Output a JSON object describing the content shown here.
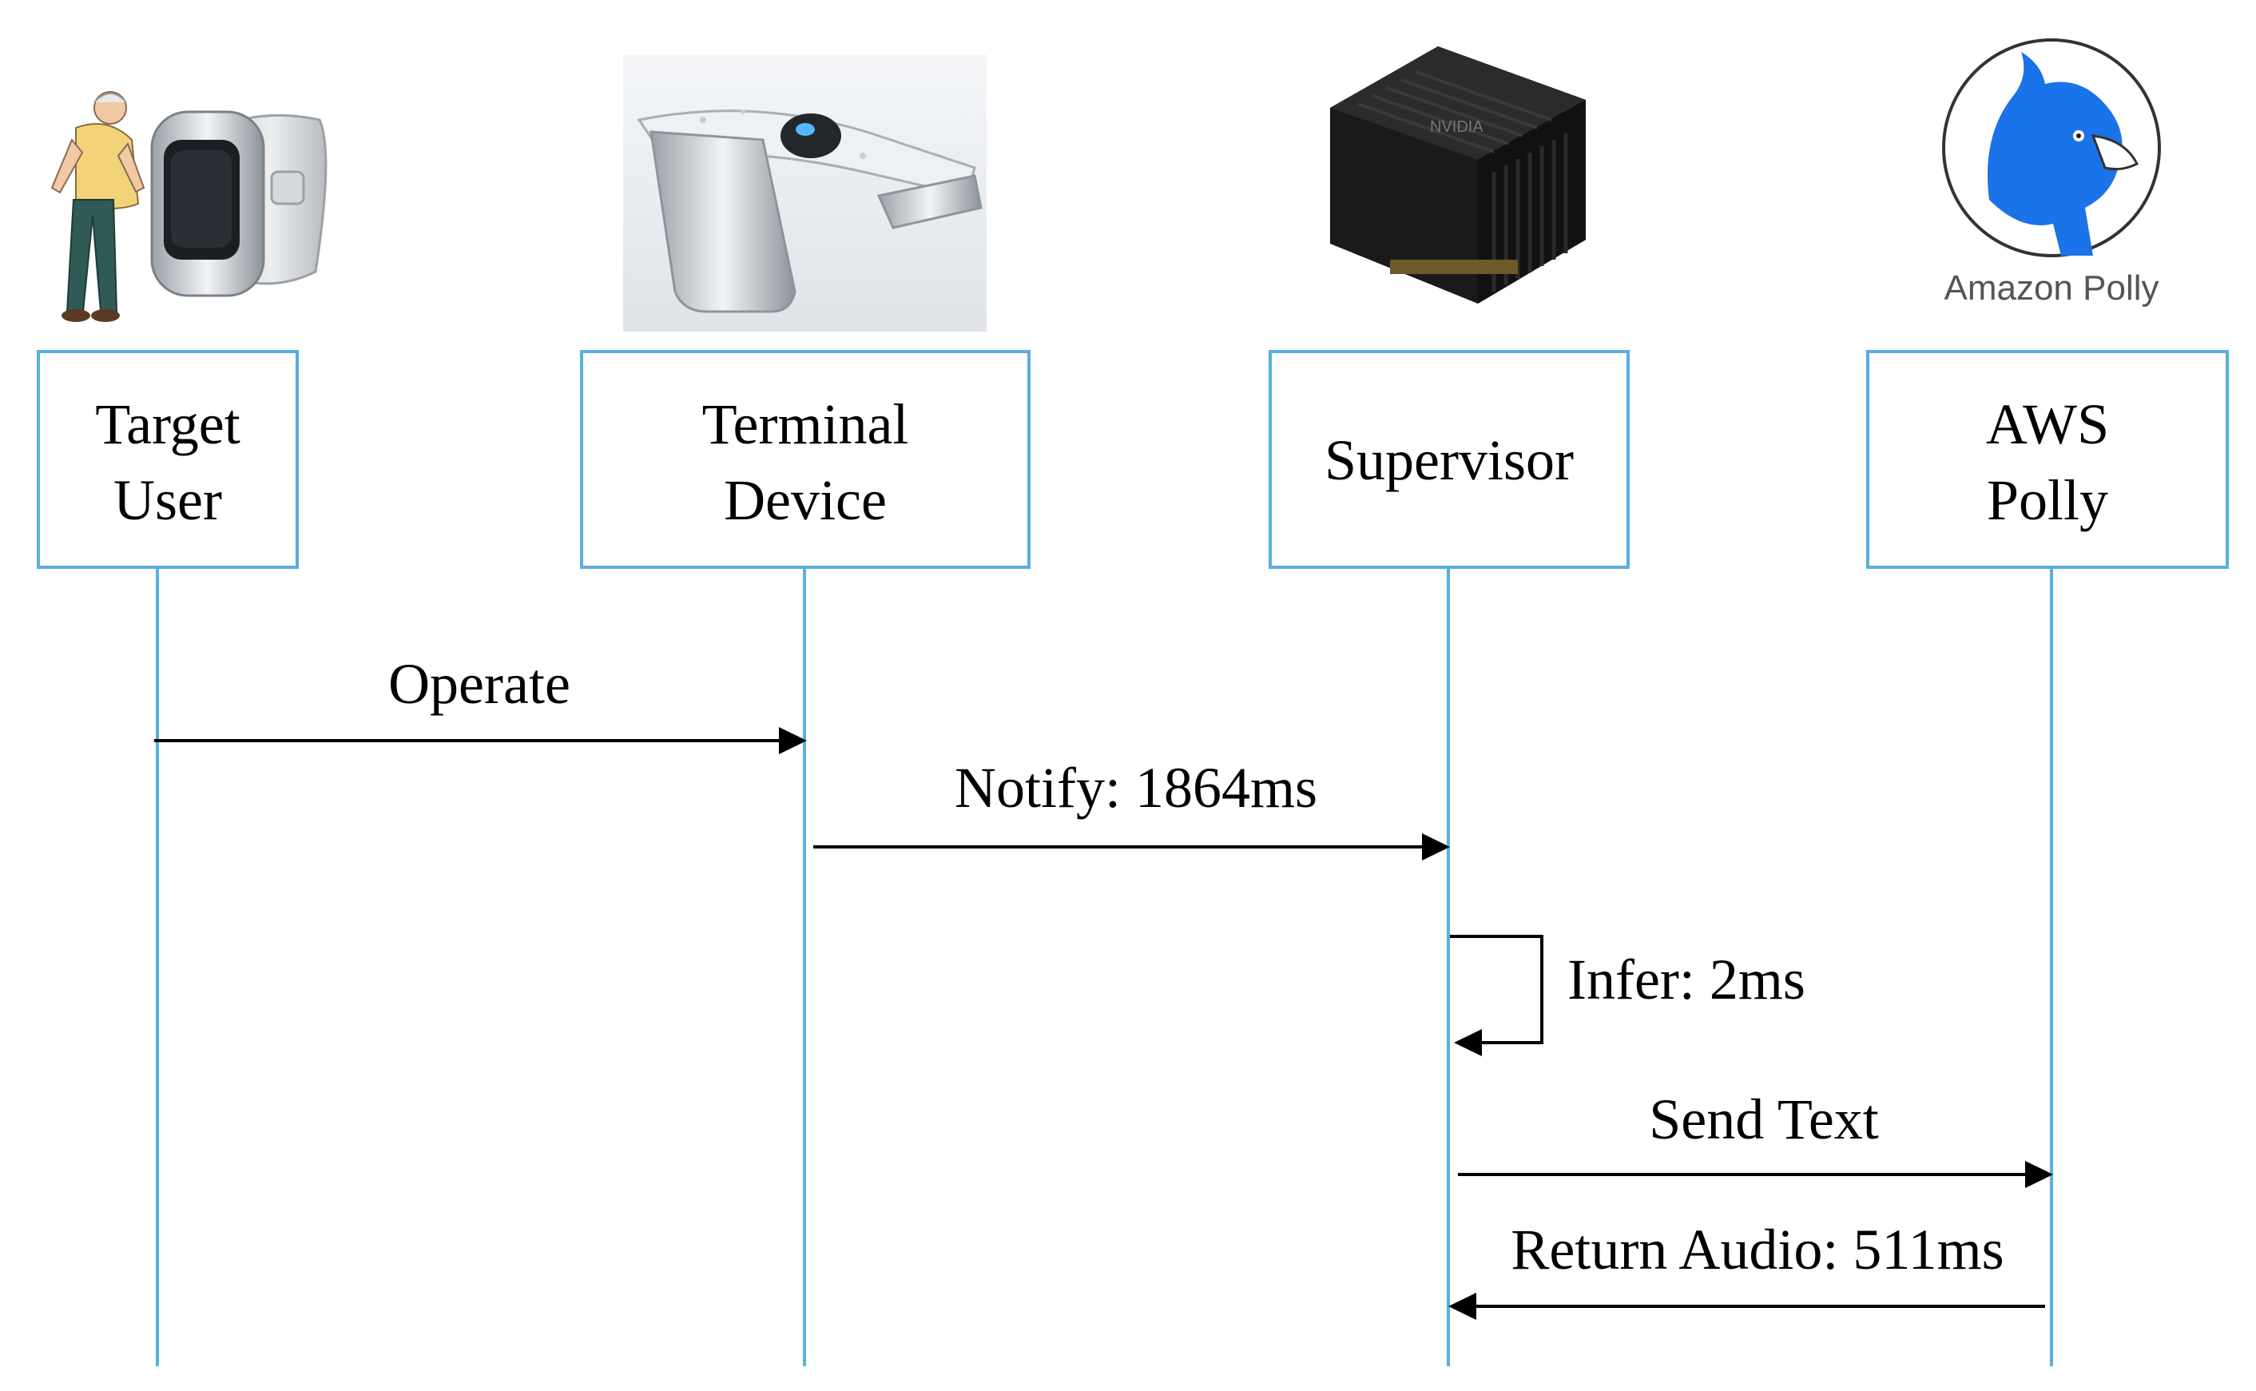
{
  "colors": {
    "lifeline": "#5aaee0",
    "box_border": "#5aaee0",
    "arrow": "#000000",
    "polly_blue": "#1a73e8"
  },
  "participants": [
    {
      "id": "target-user",
      "label_lines": [
        "Target",
        "User"
      ],
      "icon": "elderly-person-with-wristband-icon"
    },
    {
      "id": "terminal-device",
      "label_lines": [
        "Terminal",
        "Device"
      ],
      "icon": "smart-faucet-icon"
    },
    {
      "id": "supervisor",
      "label_lines": [
        "Supervisor"
      ],
      "icon": "nvidia-jetson-module-icon"
    },
    {
      "id": "aws-polly",
      "label_lines": [
        "AWS",
        "Polly"
      ],
      "icon": "amazon-polly-logo-icon"
    }
  ],
  "logo": {
    "amazon_polly_text": "Amazon Polly",
    "nvidia_text": "NVIDIA"
  },
  "messages": [
    {
      "id": "operate",
      "label": "Operate",
      "from": "target-user",
      "to": "terminal-device"
    },
    {
      "id": "notify",
      "label": "Notify:  1864ms",
      "from": "terminal-device",
      "to": "supervisor"
    },
    {
      "id": "infer",
      "label": "Infer:  2ms",
      "from": "supervisor",
      "to": "supervisor"
    },
    {
      "id": "send-text",
      "label": "Send Text",
      "from": "supervisor",
      "to": "aws-polly"
    },
    {
      "id": "return-audio",
      "label": "Return  Audio:  511ms",
      "from": "aws-polly",
      "to": "supervisor"
    }
  ]
}
